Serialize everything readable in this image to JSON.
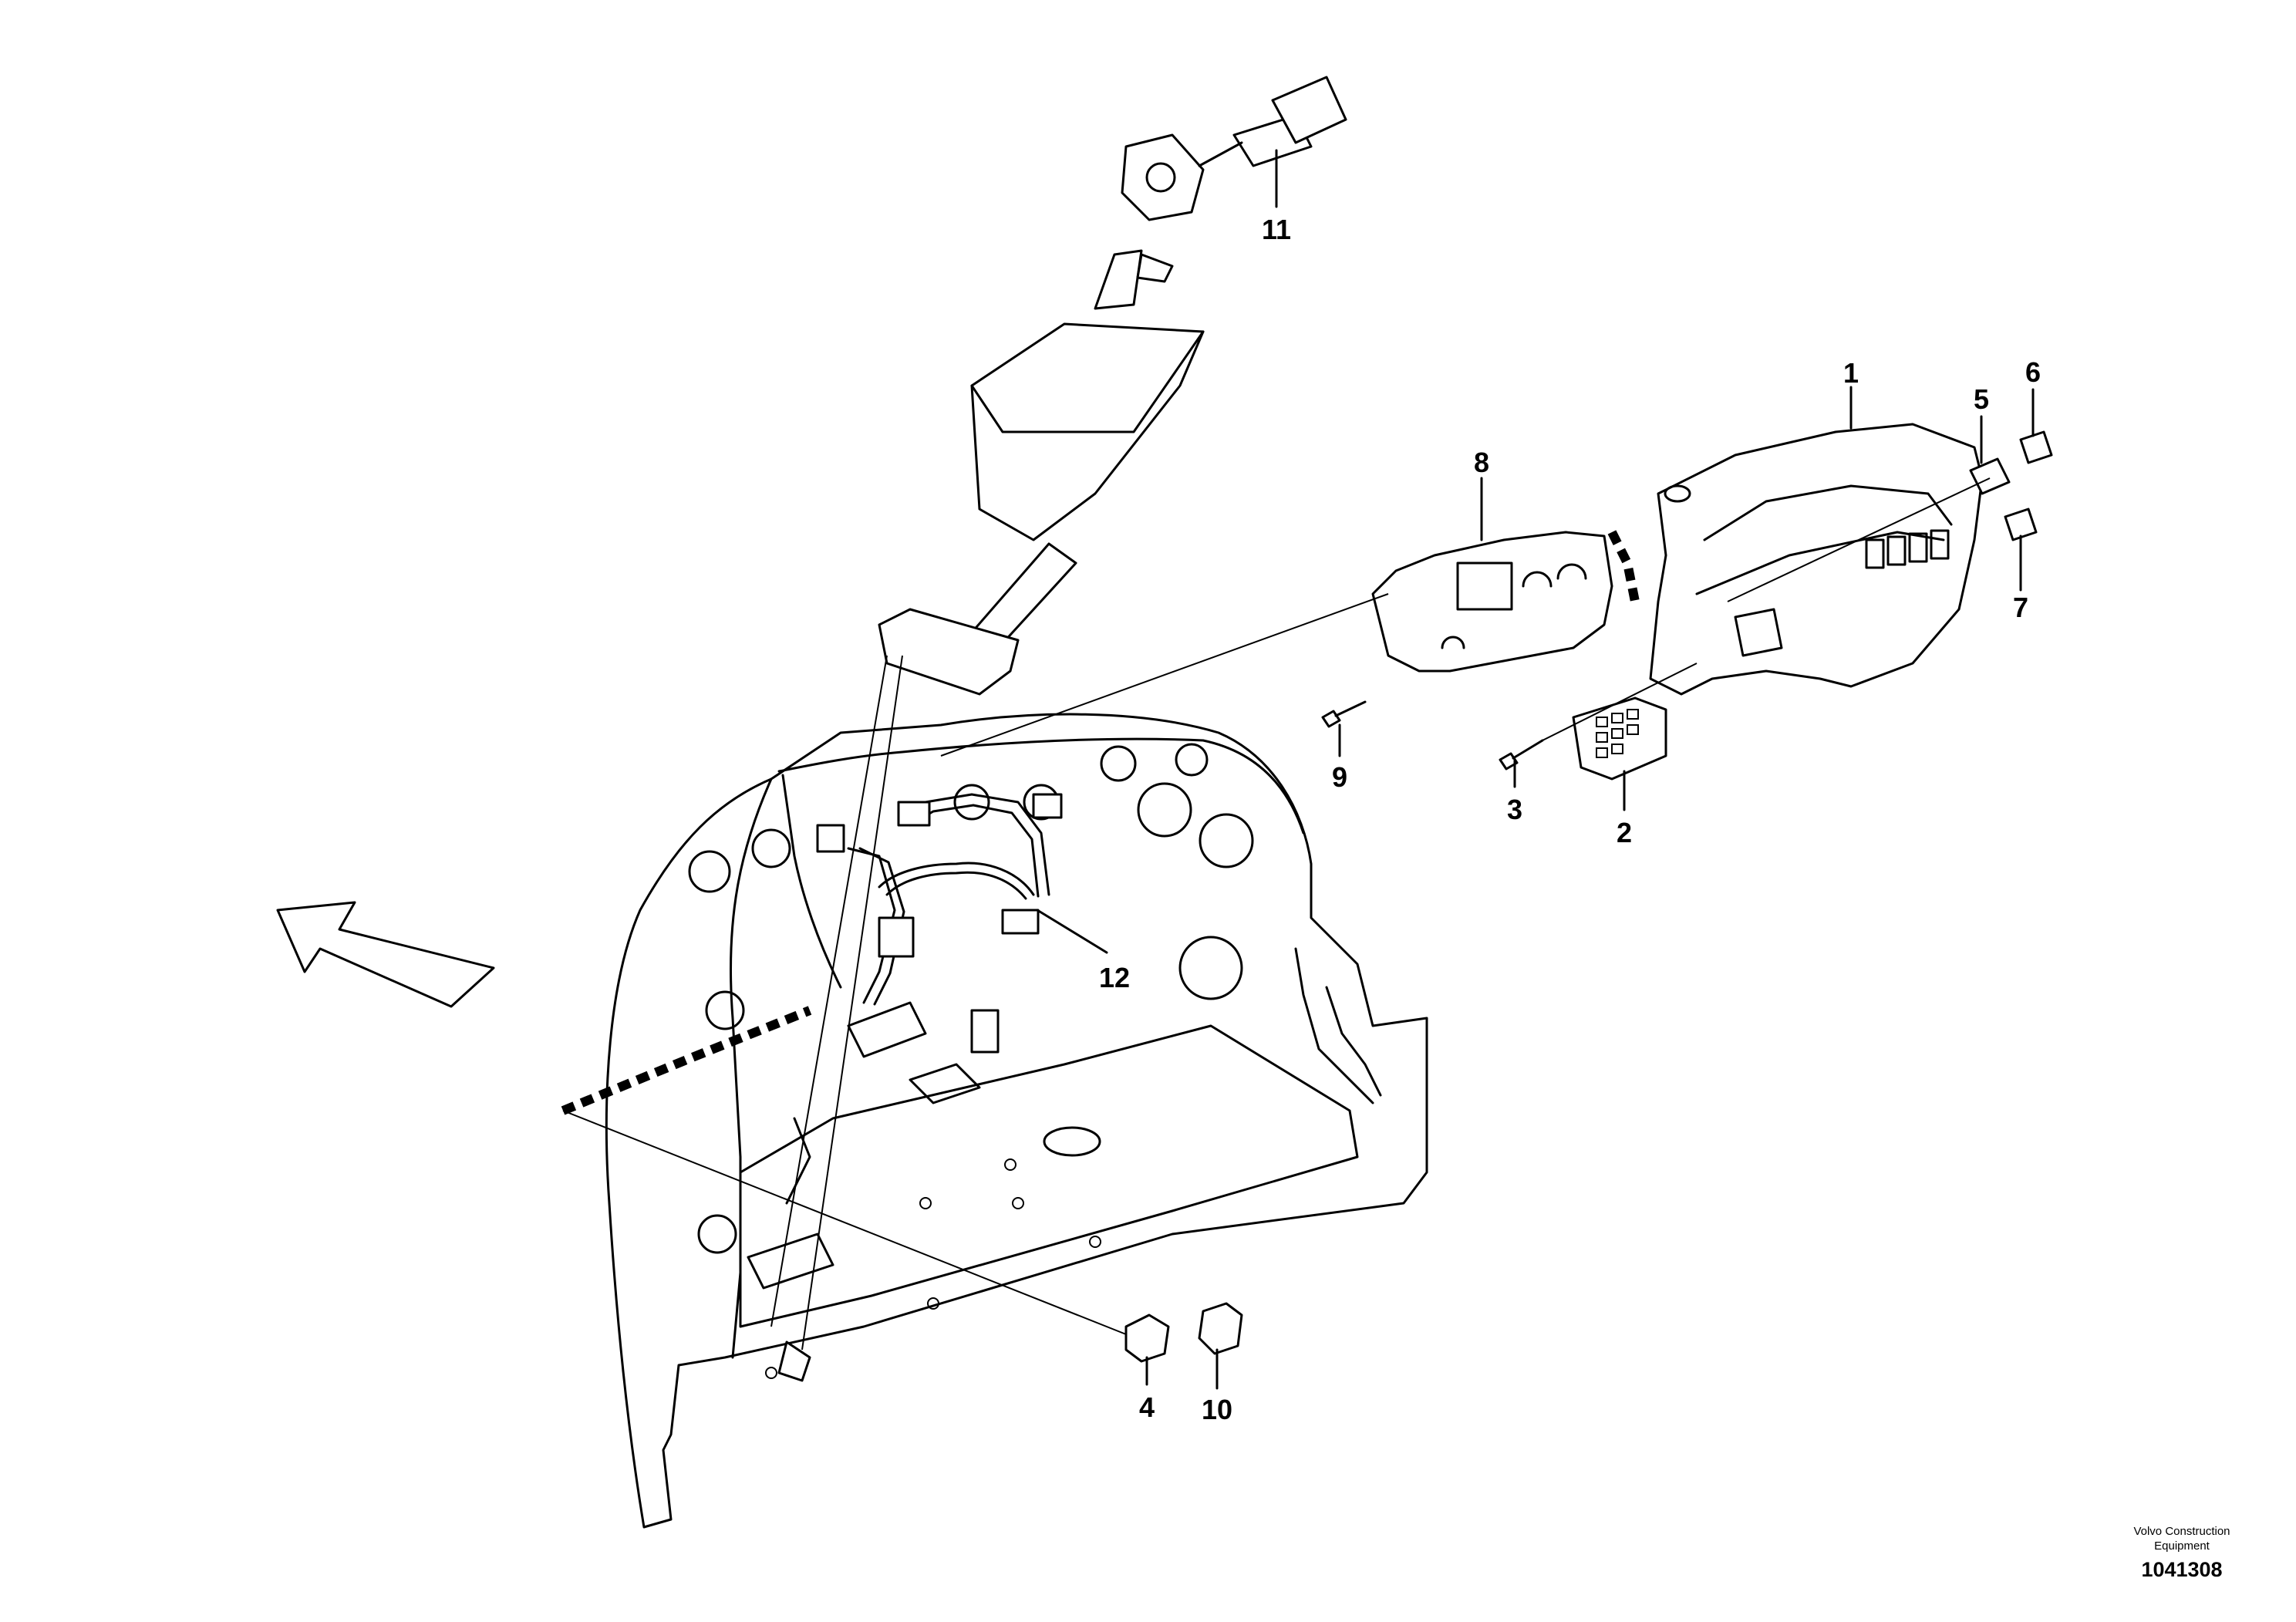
{
  "callouts": {
    "c1": "1",
    "c2": "2",
    "c3": "3",
    "c4": "4",
    "c5": "5",
    "c6": "6",
    "c7": "7",
    "c8": "8",
    "c9": "9",
    "c10": "10",
    "c11": "11",
    "c12": "12"
  },
  "title_block": {
    "company": "Volvo Construction\nEquipment",
    "drawing_number": "1041308"
  }
}
